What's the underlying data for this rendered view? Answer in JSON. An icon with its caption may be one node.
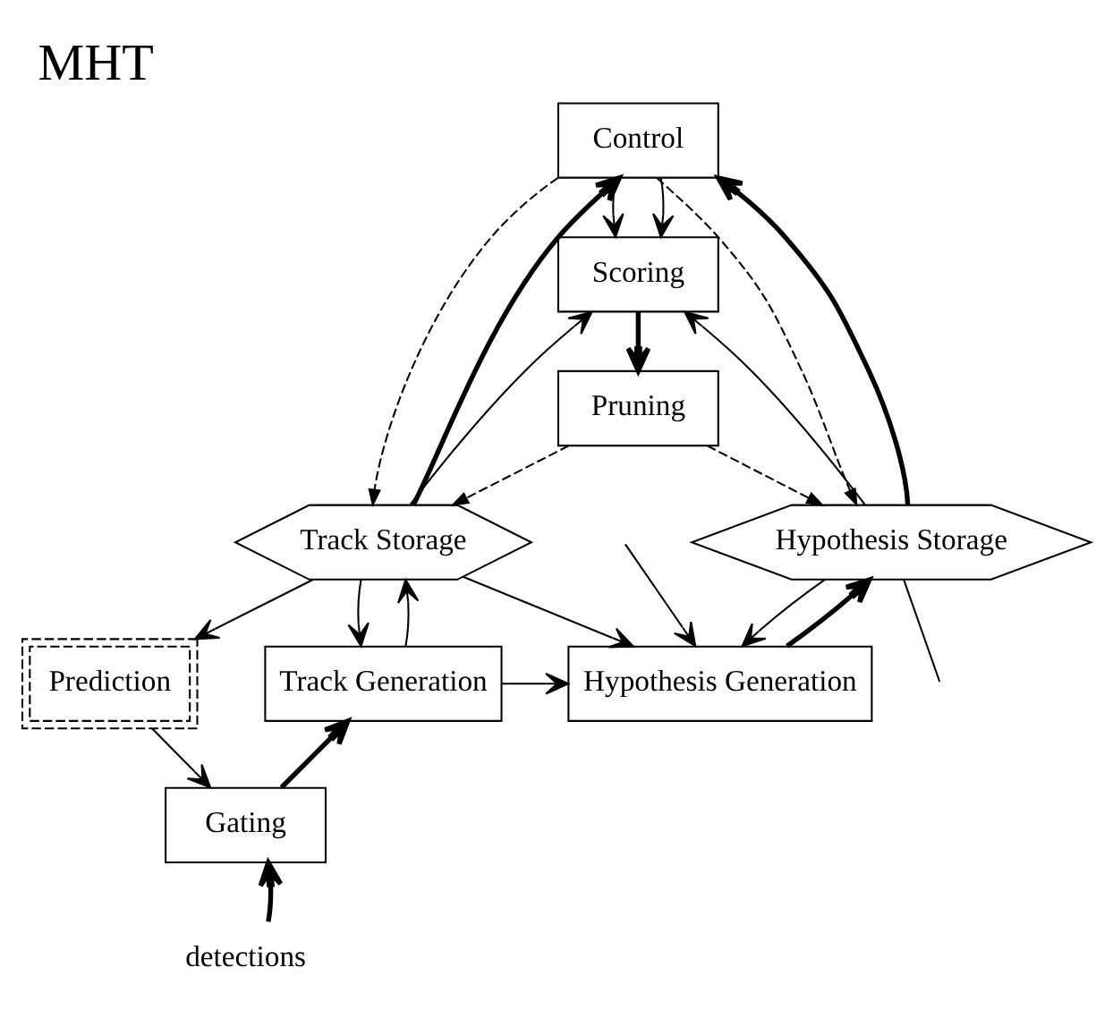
{
  "diagram": {
    "title": "MHT",
    "nodes": [
      {
        "text": [
          "Control"
        ]
      },
      {
        "text": [
          "Scoring"
        ]
      },
      {
        "text": [
          "Pruning"
        ]
      },
      {
        "text": [
          "Track Storage"
        ]
      },
      {
        "text": [
          "Hypothesis Storage"
        ]
      },
      {
        "text": [
          "Prediction"
        ]
      },
      {
        "text": [
          "Gating"
        ]
      },
      {
        "text": [
          "Track Generation"
        ]
      },
      {
        "text": [
          "Hypothesis Generation"
        ]
      },
      {
        "text": [
          "detections"
        ]
      }
    ],
    "edges": [
      {
        "from": 0,
        "to": 3,
        "arrow": "to",
        "style": "dashed"
      },
      {
        "from": 0,
        "to": 4,
        "arrow": "to",
        "style": "dashed"
      },
      {
        "from": 3,
        "to": 0,
        "arrow": "to",
        "style": "thick"
      },
      {
        "from": 0,
        "to": 1,
        "arrow": "to"
      },
      {
        "from": 3,
        "to": 1,
        "arrow": "to"
      },
      {
        "from": 4,
        "to": 0,
        "arrow": "to",
        "style": "thick"
      },
      {
        "from": 0,
        "to": 1,
        "arrow": "to"
      },
      {
        "from": 4,
        "to": 1,
        "arrow": "to"
      },
      {
        "from": 1,
        "to": 2,
        "arrow": "to",
        "style": "thick"
      },
      {
        "from": 2,
        "to": 3,
        "arrow": "to",
        "style": "dashed"
      },
      {
        "from": 2,
        "to": 4,
        "arrow": "to",
        "style": "dashed"
      },
      {
        "from": 3,
        "to": 5,
        "arrow": "to"
      },
      {
        "from": 3,
        "to": 7,
        "arrow": "to"
      },
      {
        "from": 5,
        "to": 6,
        "arrow": "to"
      },
      {
        "from": 6,
        "to": 7,
        "arrow": "to",
        "style": "thick"
      },
      {
        "from": 9,
        "to": 6,
        "arrow": "to",
        "style": "thick"
      },
      {
        "from": 7,
        "to": 3,
        "arrow": "to"
      },
      {
        "from": 3,
        "to": 8,
        "arrow": "to"
      },
      {
        "from": 7,
        "to": 8,
        "arrow": "to"
      },
      {
        "from": 8,
        "to": 4,
        "arrow": "to",
        "style": "thick"
      },
      {
        "from": 4,
        "to": 8,
        "arrow": "to"
      },
      {
        "from": null,
        "to": 8,
        "arrow": "to"
      },
      {
        "from": 4,
        "to": null,
        "arrow": "none"
      }
    ]
  }
}
